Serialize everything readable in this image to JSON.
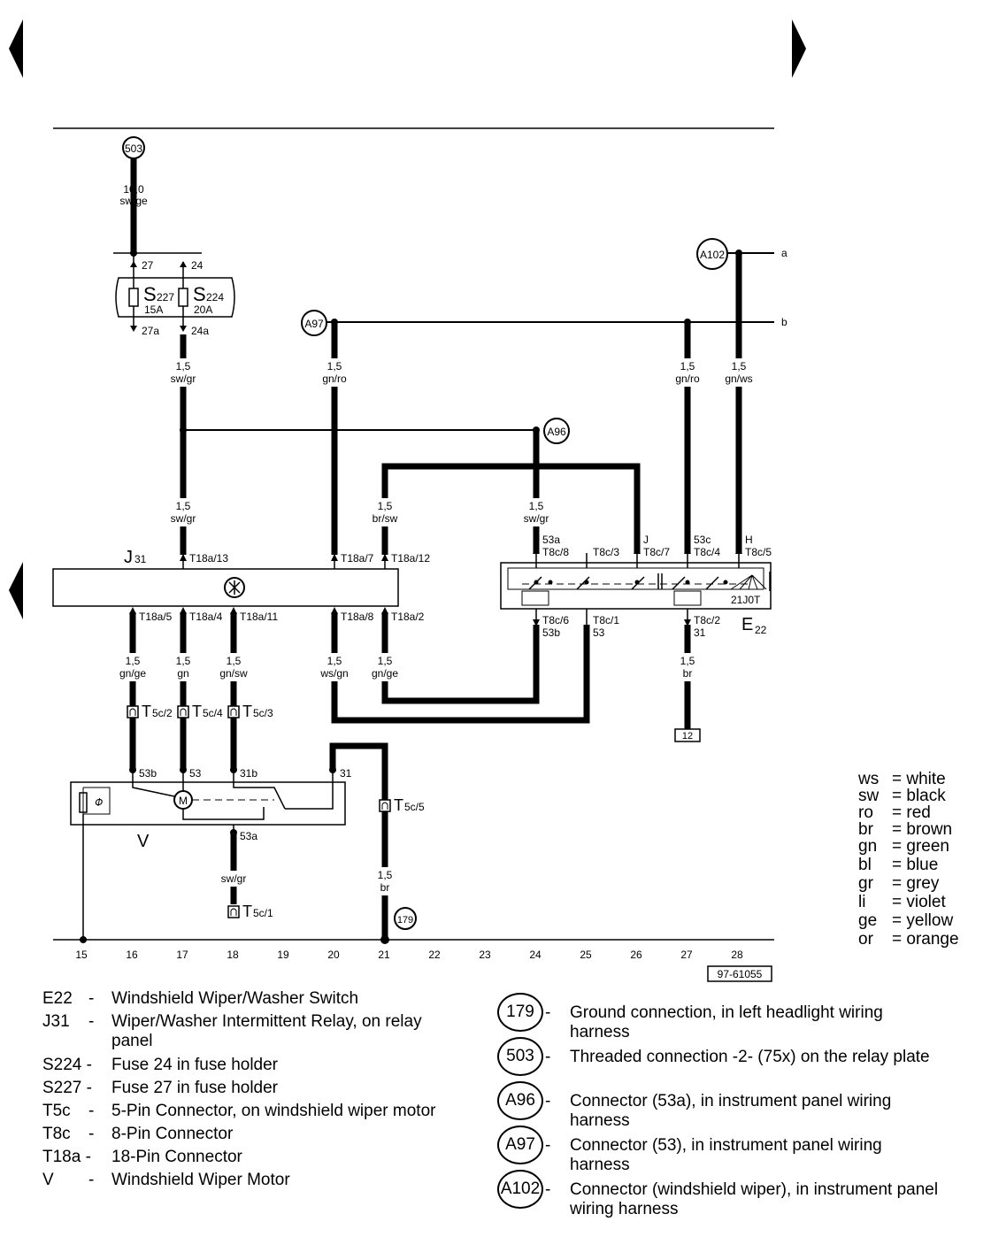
{
  "nav": {
    "prev_icon": "left-triangle-icon",
    "next_icon": "right-triangle-icon"
  },
  "ref_number": "97-61055",
  "side_labels": {
    "a": "a",
    "b": "b"
  },
  "terminals": {
    "t503": "503",
    "a102": "A102",
    "a97": "A97",
    "a96": "A96",
    "t179": "179",
    "gnd12": "12"
  },
  "fuses": {
    "s227": {
      "label": "S",
      "sub": "227",
      "amp": "15A",
      "in": "27",
      "out": "27a"
    },
    "s224": {
      "label": "S",
      "sub": "224",
      "amp": "20A",
      "in": "24",
      "out": "24a"
    }
  },
  "wires": {
    "w503": [
      "10,0",
      "sw/ge"
    ],
    "w_s224": [
      "1,5",
      "sw/gr"
    ],
    "w_a97": [
      "1,5",
      "gn/ro"
    ],
    "w_b27": [
      "1,5",
      "gn/ro"
    ],
    "w_a102": [
      "1,5",
      "gn/ws"
    ],
    "w_j31_in": [
      "1,5",
      "sw/gr"
    ],
    "w_brsw": [
      "1,5",
      "br/sw"
    ],
    "w_a96": [
      "1,5",
      "sw/gr"
    ],
    "w16": [
      "1,5",
      "gn/ge"
    ],
    "w17": [
      "1,5",
      "gn"
    ],
    "w18": [
      "1,5",
      "gn/sw"
    ],
    "w20": [
      "1,5",
      "ws/gn"
    ],
    "w21j": [
      "1,5",
      "gn/ge"
    ],
    "w_e22gnd": [
      "1,5",
      "br"
    ],
    "w_53a": [
      "sw/gr"
    ],
    "w_gnd21": [
      "1,5",
      "br"
    ]
  },
  "j31": {
    "name": "J",
    "sub": "31",
    "pins_top": [
      "T18a/13",
      "T18a/7",
      "T18a/12"
    ],
    "pins_bottom": [
      "T18a/5",
      "T18a/4",
      "T18a/11",
      "T18a/8",
      "T18a/2"
    ]
  },
  "e22": {
    "name": "E",
    "sub": "22",
    "code": "21J0T",
    "top_pins": [
      [
        "53a",
        "T8c/8"
      ],
      [
        "",
        "T8c/3"
      ],
      [
        "J",
        "T8c/7"
      ],
      [
        "53c",
        "T8c/4"
      ],
      [
        "H",
        "T8c/5"
      ]
    ],
    "bottom_pins": [
      [
        "T8c/6",
        "53b"
      ],
      [
        "T8c/1",
        "53"
      ],
      [
        "T8c/2",
        "31"
      ]
    ]
  },
  "t5c": {
    "c2": {
      "main": "T",
      "sub": "5c/2"
    },
    "c4": {
      "main": "T",
      "sub": "5c/4"
    },
    "c3": {
      "main": "T",
      "sub": "5c/3"
    },
    "c5": {
      "main": "T",
      "sub": "5c/5"
    },
    "c1": {
      "main": "T",
      "sub": "5c/1"
    }
  },
  "motor": {
    "name": "V",
    "symbol": "M",
    "pins": {
      "p53b": "53b",
      "p53": "53",
      "p31b": "31b",
      "p31": "31",
      "p53a": "53a"
    }
  },
  "grid_numbers": [
    "15",
    "16",
    "17",
    "18",
    "19",
    "20",
    "21",
    "22",
    "23",
    "24",
    "25",
    "26",
    "27",
    "28"
  ],
  "color_key": [
    {
      "code": "ws",
      "name": "white"
    },
    {
      "code": "sw",
      "name": "black"
    },
    {
      "code": "ro",
      "name": "red"
    },
    {
      "code": "br",
      "name": "brown"
    },
    {
      "code": "gn",
      "name": "green"
    },
    {
      "code": "bl",
      "name": "blue"
    },
    {
      "code": "gr",
      "name": "grey"
    },
    {
      "code": "li",
      "name": "violet"
    },
    {
      "code": "ge",
      "name": "yellow"
    },
    {
      "code": "or",
      "name": "orange"
    }
  ],
  "component_legend": [
    {
      "code": "E22",
      "desc": "Windshield Wiper/Washer Switch"
    },
    {
      "code": "J31",
      "desc": "Wiper/Washer Intermittent Relay, on relay panel"
    },
    {
      "code": "S224 -",
      "desc": "Fuse 24 in fuse holder"
    },
    {
      "code": "S227 -",
      "desc": "Fuse 27 in fuse holder"
    },
    {
      "code": "T5c",
      "desc": "5-Pin Connector, on windshield wiper motor"
    },
    {
      "code": "T8c",
      "desc": "8-Pin Connector"
    },
    {
      "code": "T18a -",
      "desc": "18-Pin Connector"
    },
    {
      "code": "V",
      "desc": "Windshield Wiper Motor"
    }
  ],
  "connection_legend": [
    {
      "code": "179",
      "desc": "Ground connection, in left headlight wiring harness"
    },
    {
      "code": "503",
      "desc": "Threaded connection -2- (75x) on the relay plate"
    },
    {
      "code": "A96",
      "desc": "Connector (53a), in instrument panel wiring harness"
    },
    {
      "code": "A97",
      "desc": "Connector (53), in instrument panel wiring harness"
    },
    {
      "code": "A102",
      "desc": "Connector (windshield wiper), in instrument panel wiring harness"
    }
  ]
}
